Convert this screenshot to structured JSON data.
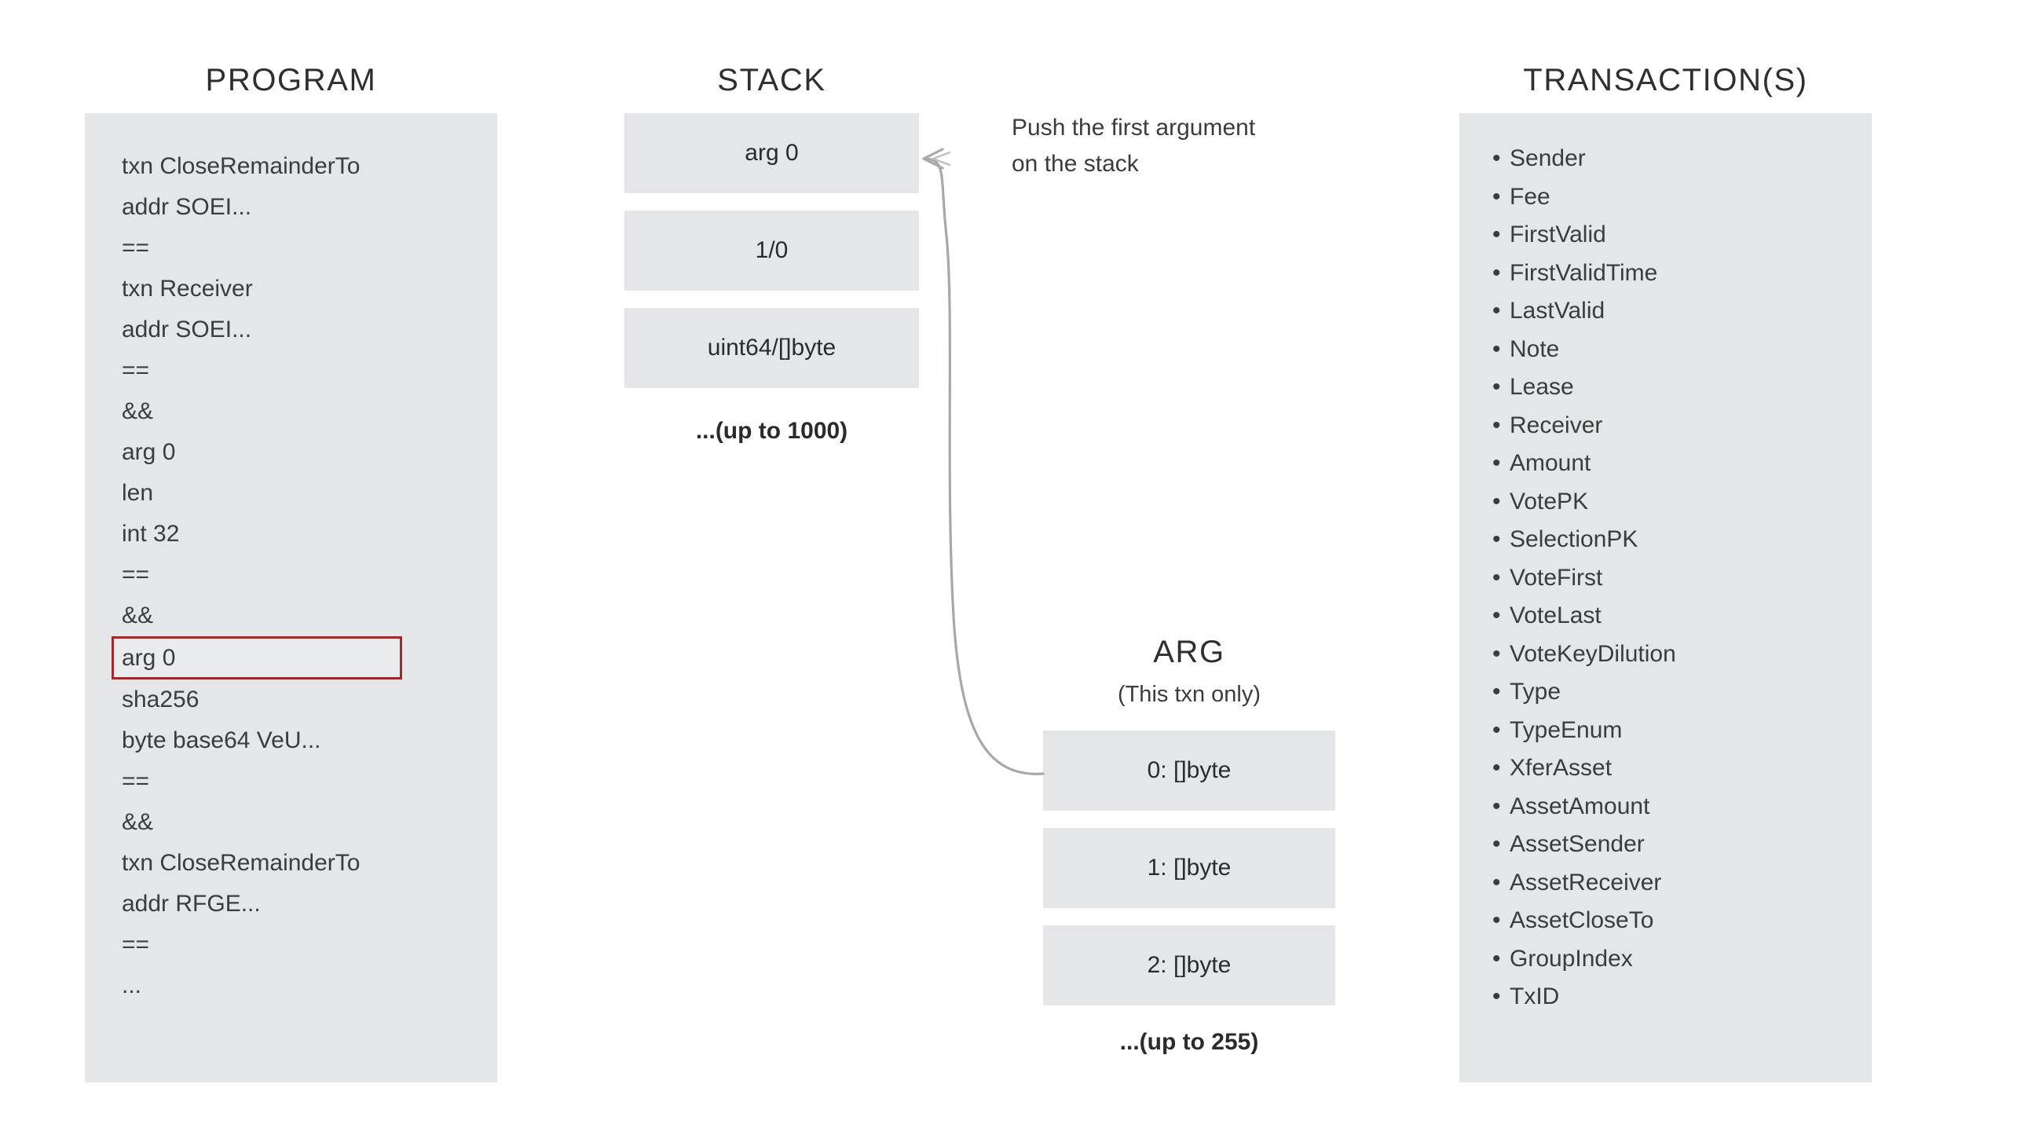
{
  "program": {
    "title": "PROGRAM",
    "lines": [
      {
        "text": "txn CloseRemainderTo",
        "highlighted": false
      },
      {
        "text": "addr SOEI...",
        "highlighted": false
      },
      {
        "text": "==",
        "highlighted": false
      },
      {
        "text": "txn Receiver",
        "highlighted": false
      },
      {
        "text": "addr SOEI...",
        "highlighted": false
      },
      {
        "text": "==",
        "highlighted": false
      },
      {
        "text": "&&",
        "highlighted": false
      },
      {
        "text": "arg 0",
        "highlighted": false
      },
      {
        "text": "len",
        "highlighted": false
      },
      {
        "text": "int 32",
        "highlighted": false
      },
      {
        "text": "==",
        "highlighted": false
      },
      {
        "text": "&&",
        "highlighted": false
      },
      {
        "text": "arg 0",
        "highlighted": true
      },
      {
        "text": "sha256",
        "highlighted": false
      },
      {
        "text": "byte base64 VeU...",
        "highlighted": false
      },
      {
        "text": "==",
        "highlighted": false
      },
      {
        "text": "&&",
        "highlighted": false
      },
      {
        "text": "txn CloseRemainderTo",
        "highlighted": false
      },
      {
        "text": "addr RFGE...",
        "highlighted": false
      },
      {
        "text": "==",
        "highlighted": false
      },
      {
        "text": "...",
        "highlighted": false
      }
    ]
  },
  "stack": {
    "title": "STACK",
    "cells": [
      {
        "label": "arg 0"
      },
      {
        "label": "1/0"
      },
      {
        "label": "uint64/[]byte"
      }
    ],
    "caption": "...(up to 1000)"
  },
  "arg": {
    "title": "ARG",
    "subtitle": "(This txn only)",
    "cells": [
      {
        "label": "0: []byte"
      },
      {
        "label": "1: []byte"
      },
      {
        "label": "2: []byte"
      }
    ],
    "caption": "...(up to 255)"
  },
  "annotation": {
    "line1": "Push the first argument",
    "line2": "on the stack"
  },
  "transactions": {
    "title": "TRANSACTION(S)",
    "bullet": "•",
    "fields": [
      "Sender",
      "Fee",
      "FirstValid",
      "FirstValidTime",
      "LastValid",
      "Note",
      "Lease",
      "Receiver",
      "Amount",
      "VotePK",
      "SelectionPK",
      "VoteFirst",
      "VoteLast",
      "VoteKeyDilution",
      "Type",
      "TypeEnum",
      "XferAsset",
      "AssetAmount",
      "AssetSender",
      "AssetReceiver",
      "AssetCloseTo",
      "GroupIndex",
      "TxID"
    ]
  },
  "colors": {
    "panel_background": "#e4e6e9",
    "cell_background": "#e4e6e9",
    "page_background": "#ffffff",
    "text": "#3c3c3c",
    "heading": "#2f2f2f",
    "highlight_border": "#9e2a2b",
    "arrow": "#a8a8a8"
  },
  "icons": {
    "flow_arrow": "curved-arrow-icon"
  }
}
